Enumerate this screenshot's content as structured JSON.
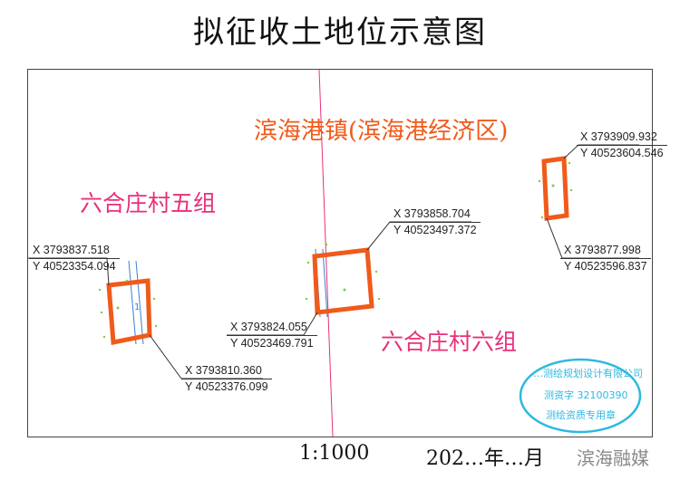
{
  "title": "拟征收土地位示意图",
  "labels": {
    "town": "滨海港镇(滨海港经济区)",
    "group5": "六合庄村五组",
    "group6": "六合庄村六组"
  },
  "parcels": [
    {
      "points": [
        {
          "x": "X 3793837.518",
          "y": "Y 40523354.094"
        },
        {
          "x": "X 3793810.360",
          "y": "Y 40523376.099"
        }
      ],
      "inner_label": "1"
    },
    {
      "points": [
        {
          "x": "X 3793858.704",
          "y": "Y 40523497.372"
        },
        {
          "x": "X 3793824.055",
          "y": "Y 40523469.791"
        }
      ]
    },
    {
      "points": [
        {
          "x": "X 3793909.932",
          "y": "Y 40523604.546"
        },
        {
          "x": "X 3793877.998",
          "y": "Y 40523596.837"
        }
      ]
    }
  ],
  "stamp": {
    "top": "…测绘规划设计有限公司",
    "middle": "测资字 32100390",
    "bottom": "测绘资质专用章"
  },
  "scale": "1:1000",
  "date": "202…年…月",
  "watermark": "滨海融媒",
  "colors": {
    "parcel": "#f05a1a",
    "boundary": "#e8307a",
    "stamp": "#2fb8e0",
    "road": "#3b7fd0"
  }
}
